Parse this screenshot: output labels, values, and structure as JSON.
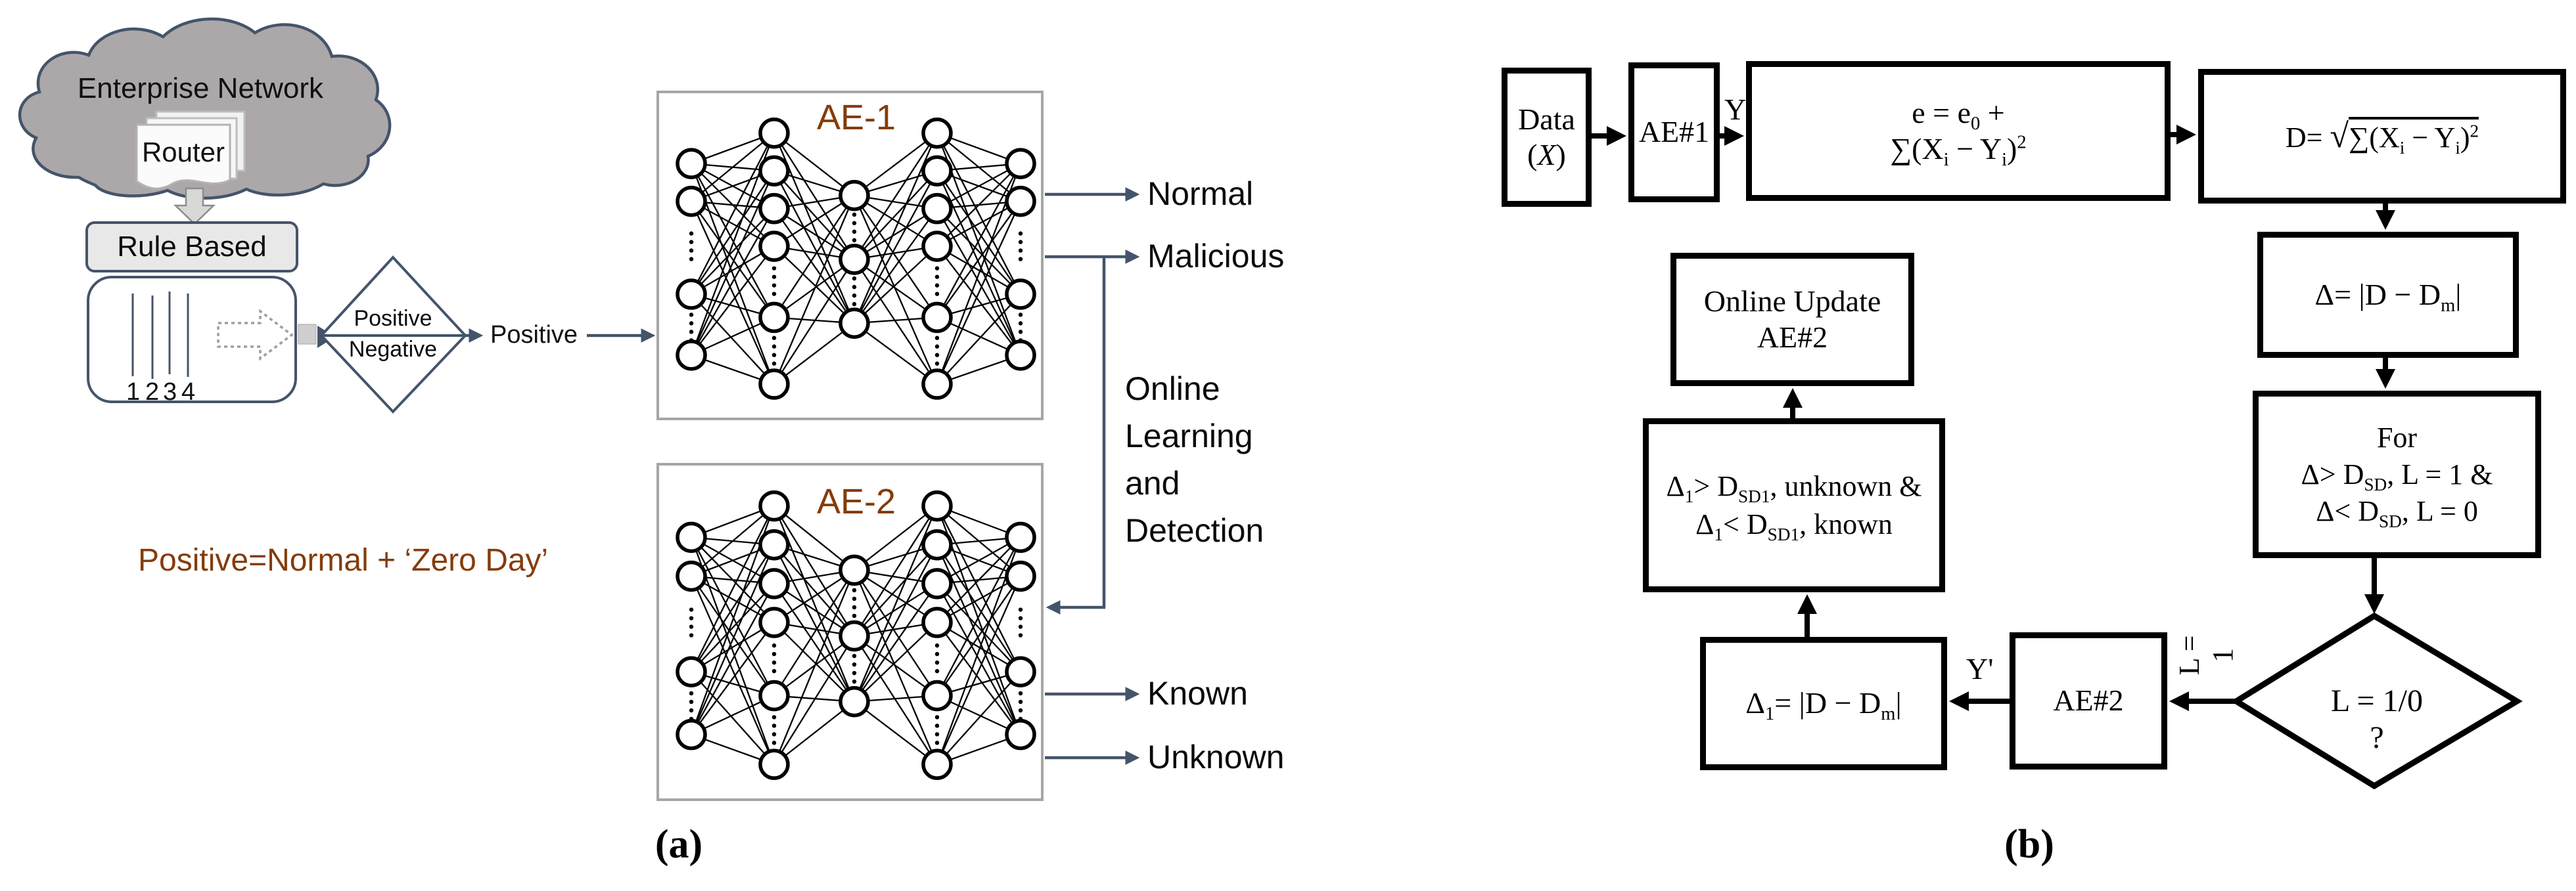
{
  "panel_a": {
    "cloud_label": "Enterprise Network",
    "router_label": "Router",
    "rule_based_label": "Rule Based",
    "port_numbers": [
      "1",
      "2",
      "3",
      "4"
    ],
    "diamond_line1": "Positive",
    "diamond_line2": "Negative",
    "positive_arrow_label": "Positive",
    "ae1_label": "AE-1",
    "ae2_label": "AE-2",
    "output_normal": "Normal",
    "output_malicious": "Malicious",
    "online_text": [
      "Online",
      "Learning",
      "and",
      "Detection"
    ],
    "output_known": "Known",
    "output_unknown": "Unknown",
    "note": "Positive=Normal + ‘Zero Day’",
    "caption": "(a)"
  },
  "panel_b": {
    "box_data": "Data (<i>X</i>)",
    "box_ae1": "AE#1",
    "label_y": "Y",
    "box_e_line1": "e = e<sub>0</sub> +",
    "box_e_line2": "∑(X<sub>i</sub> − Y<sub>i</sub>)<sup>2</sup>",
    "box_d_lead": "D= ",
    "box_d_root": "√",
    "box_d_radicand": "∑(X<sub>i</sub> − Y<sub>i</sub>)<sup>2</sup>",
    "box_delta": "Δ= |D − D<sub>m</sub>|",
    "box_for_line1": "For",
    "box_for_line2": "Δ&gt; D<sub>SD</sub>, L = 1 &amp;",
    "box_for_line3": "Δ&lt; D<sub>SD</sub>, L = 0",
    "diamond_line1": "L = 1/0",
    "diamond_line2": "?",
    "label_l1": "L = 1",
    "box_ae2": "AE#2",
    "label_yprime": "Y'",
    "box_d1": "Δ<sub>1</sub>= |D − D<sub>m</sub>|",
    "box_cmp_line1": "Δ<sub>1</sub>&gt; D<sub>SD1</sub>, unknown &amp;",
    "box_cmp_line2": "Δ<sub>1</sub>&lt; D<sub>SD1</sub>, known",
    "box_update": "Online Update AE#2",
    "caption": "(b)"
  },
  "colors": {
    "slate": "#44546A",
    "brown": "#843C0C",
    "cloud_gray": "#ACA8A9",
    "light_gray_fill": "#E9E8E8",
    "ae_border_gray": "#A6A6A6",
    "black": "#000000"
  }
}
